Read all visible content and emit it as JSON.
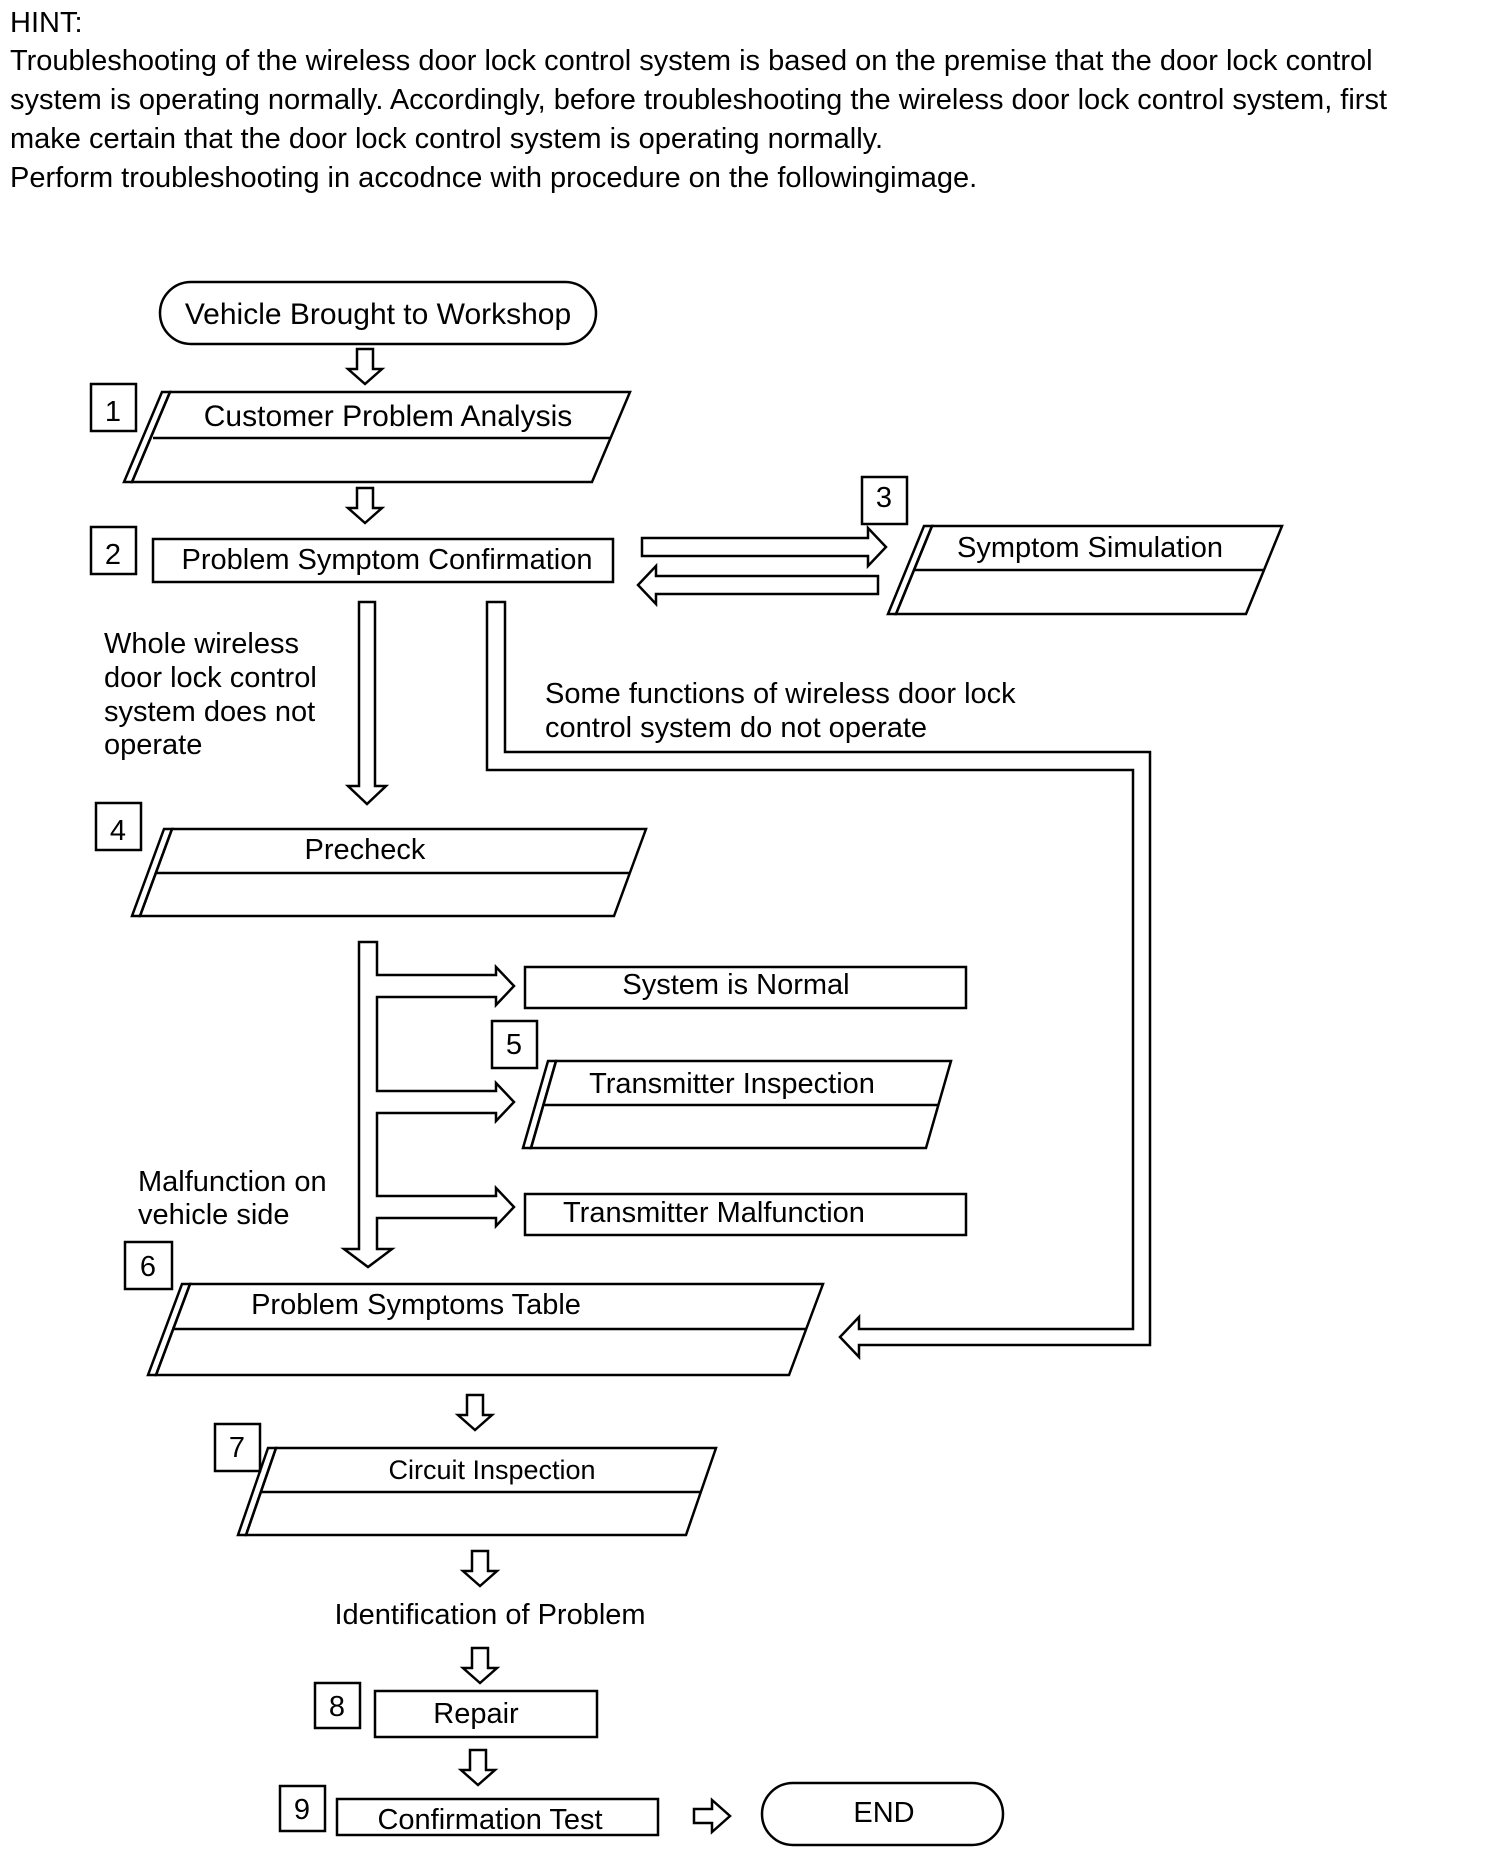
{
  "hint": {
    "label": "HINT:",
    "lines": [
      "Troubleshooting of the wireless door lock control system is based on the premise that the door lock control",
      "system is operating normally. Accordingly, before troubleshooting the wireless door lock control system, first",
      "make certain that the door lock control system is operating normally.",
      "Perform troubleshooting in accodnce with procedure on the followingimage."
    ]
  },
  "flowchart": {
    "start": "Vehicle Brought to Workshop",
    "steps": [
      {
        "number": "1",
        "label": "Customer Problem Analysis"
      },
      {
        "number": "2",
        "label": "Problem Symptom Confirmation"
      },
      {
        "number": "3",
        "label": "Symptom Simulation"
      },
      {
        "number": "4",
        "label": "Precheck"
      },
      {
        "number": "5",
        "label": "Transmitter Inspection"
      },
      {
        "number": "6",
        "label": "Problem Symptoms Table"
      },
      {
        "number": "7",
        "label": "Circuit Inspection"
      },
      {
        "number": "8",
        "label": "Repair"
      },
      {
        "number": "9",
        "label": "Confirmation Test"
      }
    ],
    "branch_whole": [
      "Whole wireless",
      "door lock control",
      "system does not",
      "operate"
    ],
    "branch_some": [
      "Some functions of wireless door lock",
      "control system do not operate"
    ],
    "branch_vehicle": [
      "Malfunction on",
      "vehicle side"
    ],
    "system_normal": "System is Normal",
    "transmitter_malfunction": "Transmitter Malfunction",
    "identification": "Identification of Problem",
    "end": "END"
  }
}
